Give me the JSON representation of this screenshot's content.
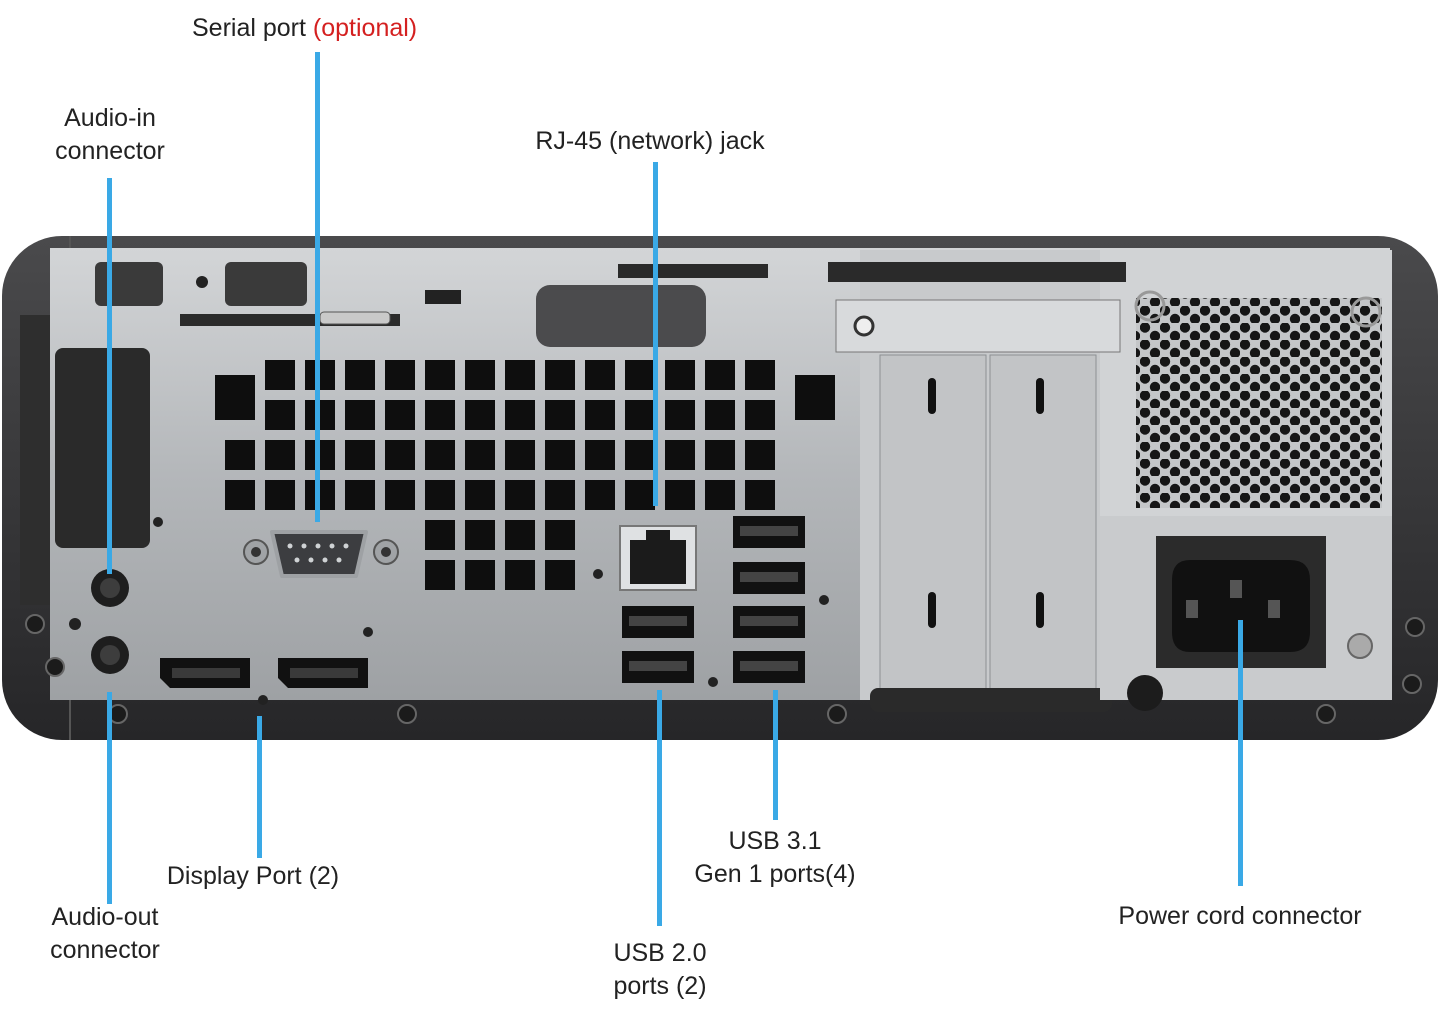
{
  "labels": {
    "serial_port": "Serial port",
    "serial_port_note": "(optional)",
    "audio_in_line1": "Audio-in",
    "audio_in_line2": "connector",
    "rj45": "RJ-45 (network) jack",
    "display_port": "Display Port (2)",
    "audio_out_line1": "Audio-out",
    "audio_out_line2": "connector",
    "usb20_line1": "USB 2.0",
    "usb20_line2": "ports (2)",
    "usb31_line1": "USB 3.1",
    "usb31_line2": "Gen 1 ports(4)",
    "power_cord": "Power cord connector"
  },
  "colors": {
    "leader_line": "#3aa9e6",
    "optional_text": "#d42020",
    "chassis": "#3a3a3c",
    "panel": "#b9bcbf"
  }
}
